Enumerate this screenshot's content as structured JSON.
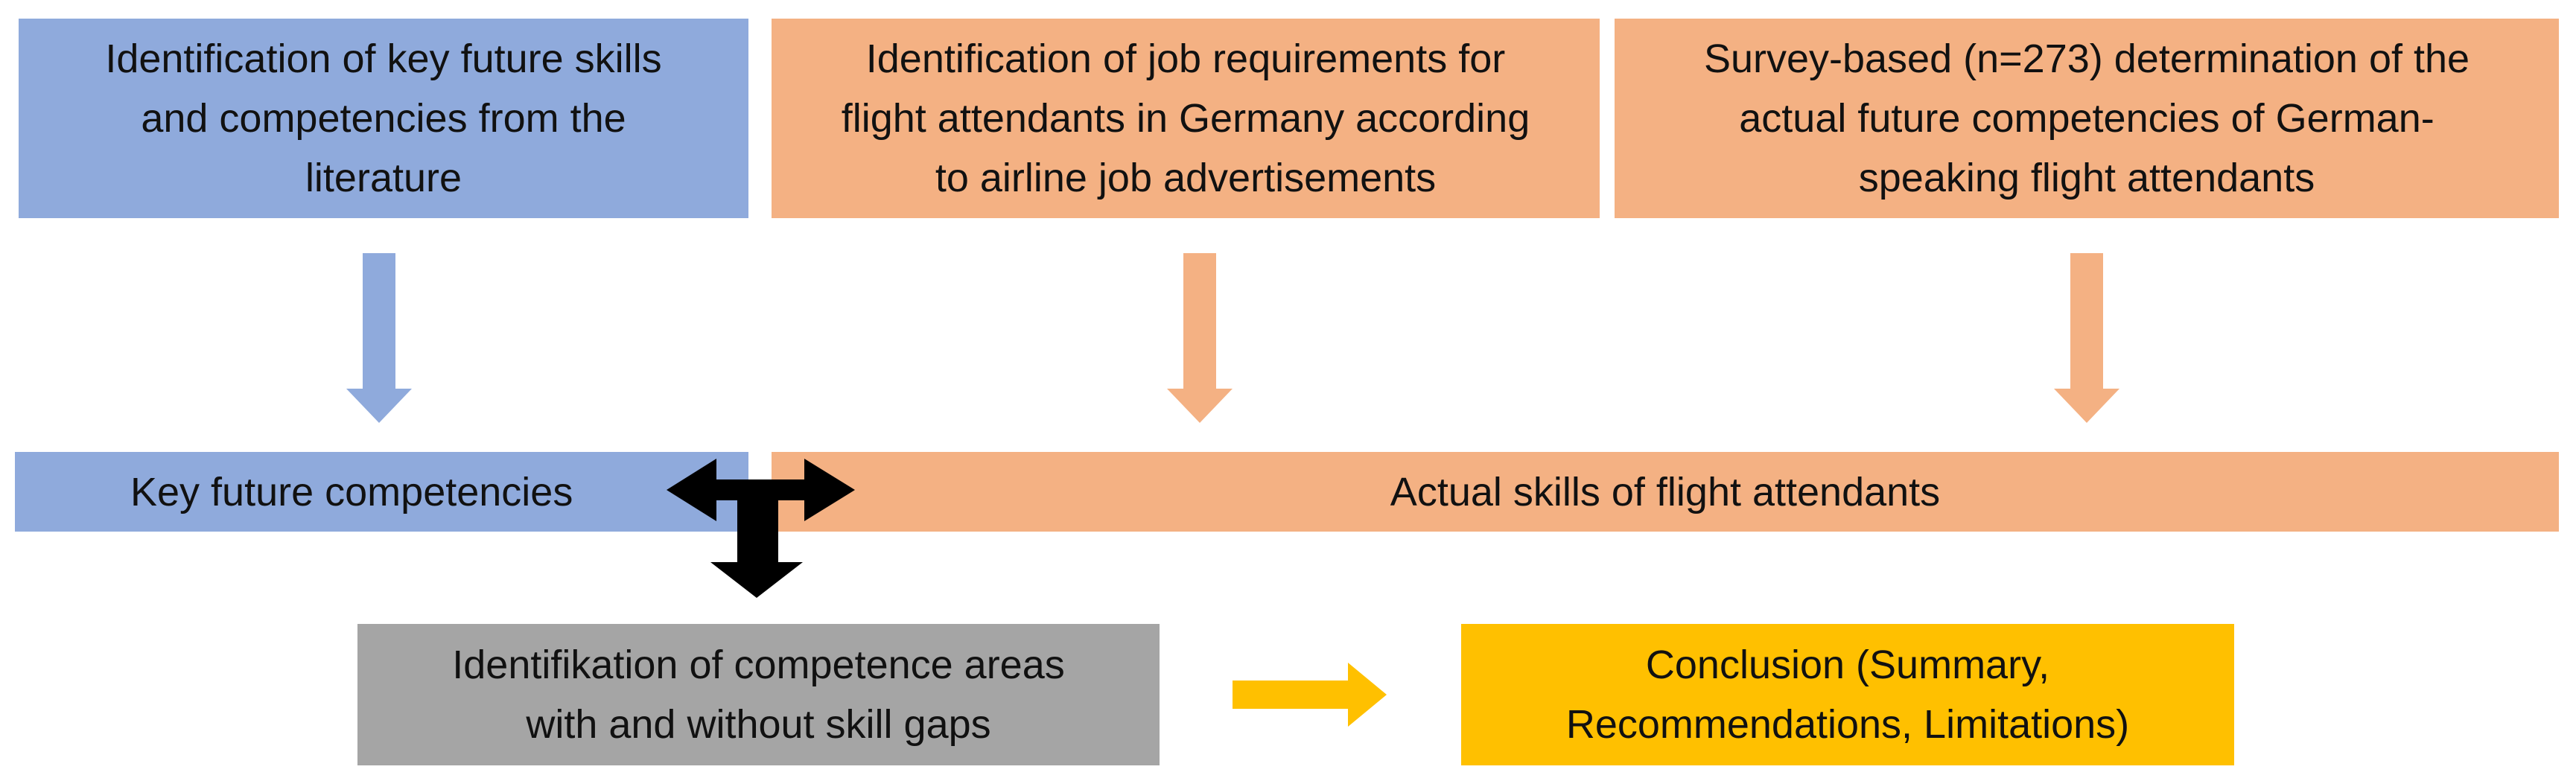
{
  "colors": {
    "blue": "#8faadc",
    "peach": "#f4b183",
    "gray": "#a5a5a5",
    "gold": "#ffc000",
    "black": "#000000"
  },
  "boxes": {
    "literature": {
      "lines": [
        "Identification of key future skills",
        "and competencies from the",
        "literature"
      ]
    },
    "job_requirements": {
      "lines": [
        "Identification of job requirements for",
        "flight attendants in Germany according",
        "to airline job advertisements"
      ]
    },
    "survey": {
      "lines": [
        "Survey-based (n=273)  determination of the",
        "actual future competencies of German-",
        "speaking flight attendants"
      ]
    },
    "key_competencies": {
      "label": "Key future competencies"
    },
    "actual_skills": {
      "label": "Actual skills of flight attendants"
    },
    "skill_gaps": {
      "lines": [
        "Identifikation of competence areas",
        "with and without skill gaps"
      ]
    },
    "conclusion": {
      "lines": [
        "Conclusion (Summary,",
        "Recommendations, Limitations)"
      ]
    }
  }
}
